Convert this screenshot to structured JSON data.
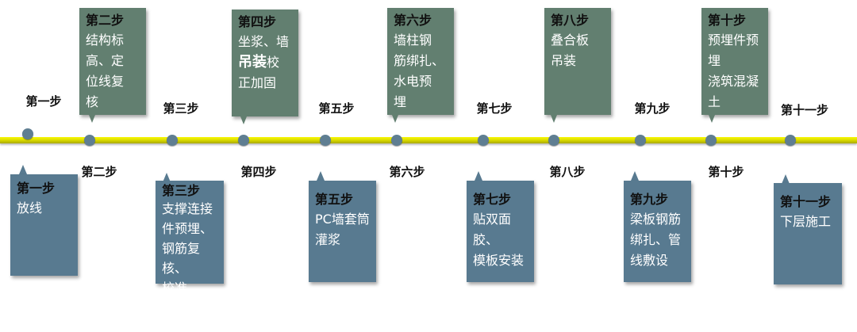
{
  "colors": {
    "timeline": "#e8e800",
    "dot": "#5f7e92",
    "top_card": "#627f70",
    "bottom_card": "#587a90"
  },
  "labels": {
    "s1": "第一步",
    "s2": "第二步",
    "s3": "第三步",
    "s4": "第四步",
    "s5": "第五步",
    "s6": "第六步",
    "s7": "第七步",
    "s8": "第八步",
    "s9": "第九步",
    "s10": "第十步",
    "s11": "第十一步"
  },
  "top_cards": {
    "c2": {
      "title": "第二步",
      "body": "结构标\n高、定\n位线复\n核"
    },
    "c4": {
      "title": "第四步",
      "body_a": "坐浆、墙",
      "body_b_big": "吊装",
      "body_b": "校",
      "body_c": "正加固"
    },
    "c6": {
      "title": "第六步",
      "body": "墙柱钢\n筋绑扎、\n水电预\n埋"
    },
    "c8": {
      "title": "第八步",
      "body": "叠合板\n吊装"
    },
    "c10": {
      "title": "第十步",
      "body": "预埋件预\n埋\n浇筑混凝\n土"
    }
  },
  "bottom_cards": {
    "c1": {
      "title": "第一步",
      "body": "放线"
    },
    "c3": {
      "title": "第三步",
      "body": "支撑连接\n件预埋、\n钢筋复核、\n校准"
    },
    "c5": {
      "title": "第五步",
      "body": "PC墙套筒\n灌浆"
    },
    "c7": {
      "title": "第七步",
      "body": "贴双面胶、\n模板安装"
    },
    "c9": {
      "title": "第九步",
      "body": "梁板钢筋\n绑扎、管\n线敷设"
    },
    "c11": {
      "title": "第十一步",
      "body": "下层施工"
    }
  }
}
